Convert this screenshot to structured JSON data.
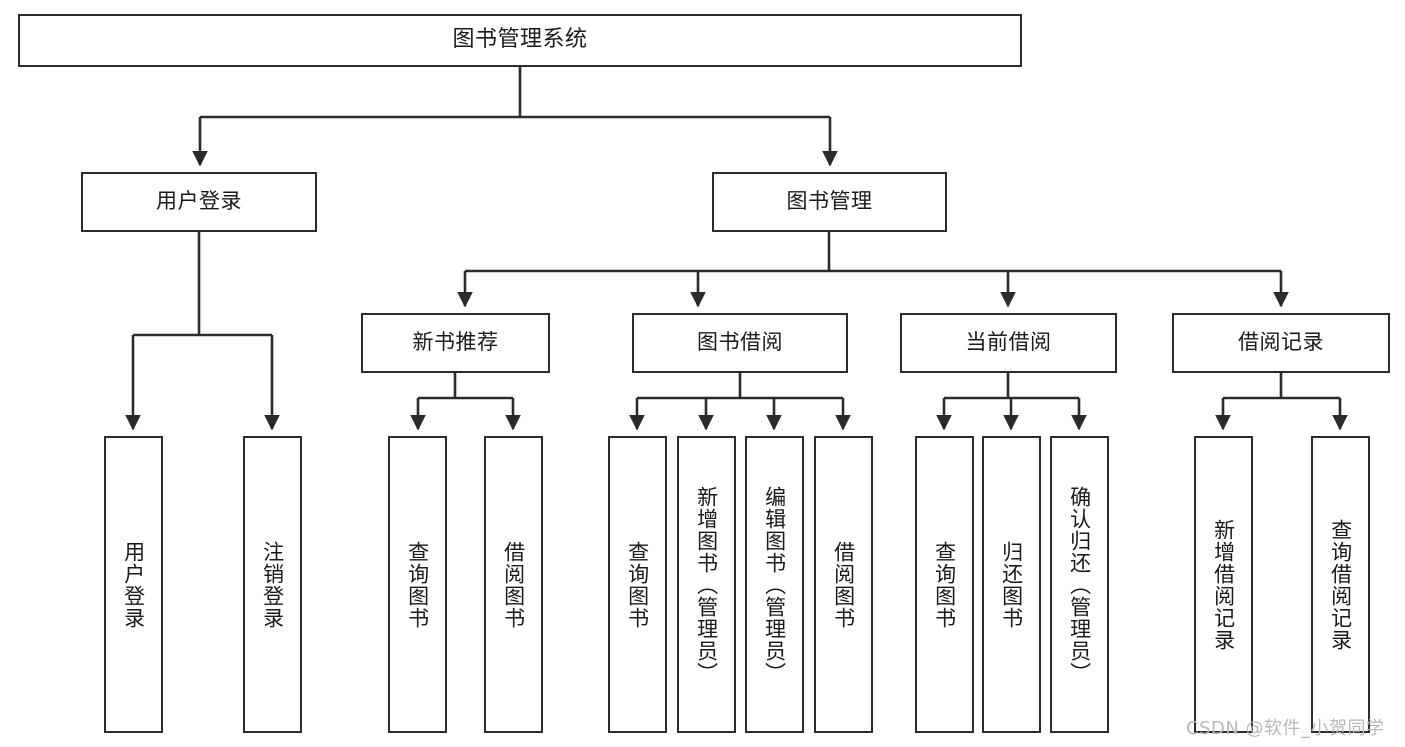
{
  "diagram": {
    "title": "图书管理系统",
    "type": "tree",
    "root": {
      "label": "图书管理系统"
    },
    "level2": [
      {
        "label": "用户登录"
      },
      {
        "label": "图书管理"
      }
    ],
    "level3": [
      {
        "label": "新书推荐"
      },
      {
        "label": "图书借阅"
      },
      {
        "label": "当前借阅"
      },
      {
        "label": "借阅记录"
      }
    ],
    "leaves": {
      "user_login": [
        {
          "label": "用户登录"
        },
        {
          "label": "注销登录"
        }
      ],
      "new_book_recommend": [
        {
          "label": "查询图书"
        },
        {
          "label": "借阅图书"
        }
      ],
      "book_borrow": [
        {
          "label": "查询图书"
        },
        {
          "label": "新增图书（管理员）"
        },
        {
          "label": "编辑图书（管理员）"
        },
        {
          "label": "借阅图书"
        }
      ],
      "current_borrow": [
        {
          "label": "查询图书"
        },
        {
          "label": "归还图书"
        },
        {
          "label": "确认归还（管理员）"
        }
      ],
      "borrow_record": [
        {
          "label": "新增借阅记录"
        },
        {
          "label": "查询借阅记录"
        }
      ]
    }
  },
  "watermark": {
    "text": "CSDN @软件_小贺同学"
  },
  "colors": {
    "stroke": "#2b2b2b",
    "text": "#1a1a1a",
    "background": "#ffffff",
    "watermark": "#b8b8b8"
  }
}
